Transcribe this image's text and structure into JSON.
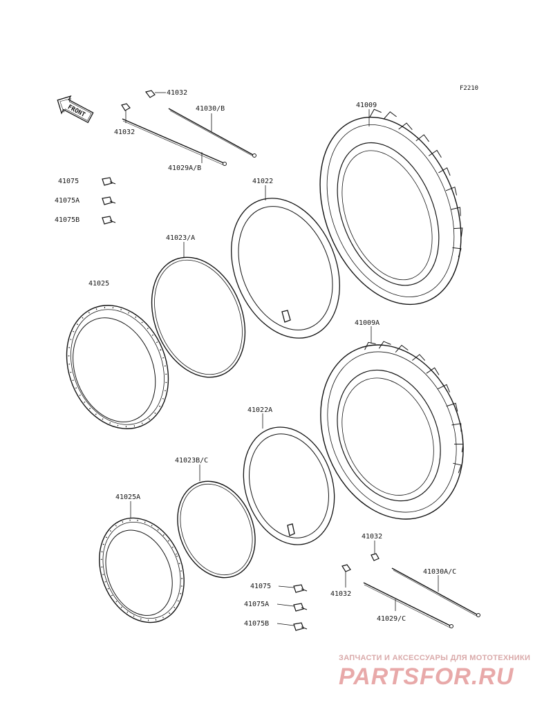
{
  "figure_code": "F2210",
  "front_arrow": {
    "text": "FRONT"
  },
  "labels": {
    "l41032_a": "41032",
    "l41030_b": "41030/B",
    "l41032_b": "41032",
    "l41029a_b": "41029A/B",
    "l41009": "41009",
    "l41022": "41022",
    "l41075_1": "41075",
    "l41075a_1": "41075A",
    "l41075b_1": "41075B",
    "l41023_a": "41023/A",
    "l41025": "41025",
    "l41009a": "41009A",
    "l41022a": "41022A",
    "l41023b_c": "41023B/C",
    "l41025a": "41025A",
    "l41032_c": "41032",
    "l41030a_c": "41030A/C",
    "l41032_d": "41032",
    "l41075_2": "41075",
    "l41075a_2": "41075A",
    "l41075b_2": "41075B",
    "l41029_c": "41029/C"
  },
  "watermark": {
    "subtitle": "ЗАПЧАСТИ И АКСЕССУАРЫ ДЛЯ МОТОТЕХНИКИ",
    "brand": "PARTSFOR.RU",
    "color": "#e8a9a9"
  }
}
